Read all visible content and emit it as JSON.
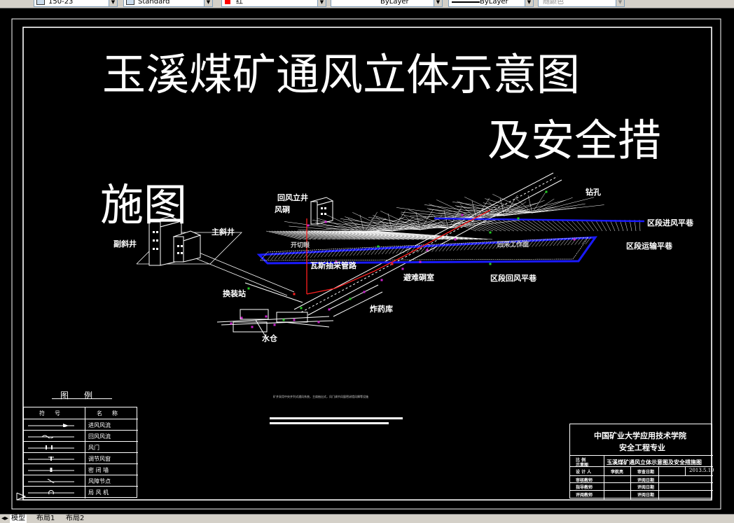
{
  "toolbar": {
    "dimstyle_value": "150-23",
    "textstyle_value": "Standard",
    "color_value": "红",
    "layer_linetype_value": "ByLayer",
    "lineweight_value": "ByLayer",
    "plotstyle_value": "随颜色",
    "colors": {
      "red_swatch": "#ff0000"
    }
  },
  "drawing": {
    "title_line1": "玉溪煤矿通风立体示意图",
    "title_line2": "及安全措",
    "title_line3": "施图",
    "labels": {
      "return_shaft": "回风立井",
      "fan_tunnel": "风硐",
      "drill_hole": "钻孔",
      "main_incline": "主斜井",
      "aux_incline": "副斜井",
      "section_intake": "区段进风平巷",
      "section_haulage": "区段运输平巷",
      "gas_pipe": "瓦斯抽采管路",
      "refuge": "避难硐室",
      "section_return": "区段回风平巷",
      "transfer_station": "换装站",
      "explosive_store": "炸药库",
      "sump": "水仓",
      "face_left": "开切眼",
      "face_right": "回采工作面"
    },
    "notes": "矿井采用中央并列式通风系统，主扇抽出式，风门调节风窗密闭墙风障等设施"
  },
  "legend": {
    "title": "图例",
    "head_symbol": "符号",
    "head_name": "名称",
    "rows": [
      {
        "name": "进风风流",
        "symbol": "intake-arrow-icon"
      },
      {
        "name": "回风风流",
        "symbol": "return-arrow-icon"
      },
      {
        "name": "风门",
        "symbol": "air-door-icon"
      },
      {
        "name": "调节风窗",
        "symbol": "regulator-icon"
      },
      {
        "name": "密 闭 墙",
        "symbol": "seal-wall-icon"
      },
      {
        "name": "风障节点",
        "symbol": "brattice-icon"
      },
      {
        "name": "局 风 机",
        "symbol": "local-fan-icon"
      }
    ]
  },
  "titleblock": {
    "school": "中国矿业大学应用技术学院",
    "major": "安全工程专业",
    "row_name_label": "比 例",
    "row_name_sub": "示意图",
    "drawing_name": "玉溪煤矿通风立体示意图及安全措施图",
    "designer_label": "设 计 人",
    "designer": "李航亮",
    "check_date_label": "审查日期",
    "date": "2013.5.19",
    "review_label": "审核教师",
    "review_date_label": "评阅日期",
    "guide_label": "指导教师",
    "guide_date_label": "评阅日期",
    "approve_label": "评阅教师",
    "approve_date_label": "评阅日期"
  },
  "tabs": [
    {
      "label": "模型",
      "active": true
    },
    {
      "label": "布局1",
      "active": false
    },
    {
      "label": "布局2",
      "active": false
    }
  ]
}
